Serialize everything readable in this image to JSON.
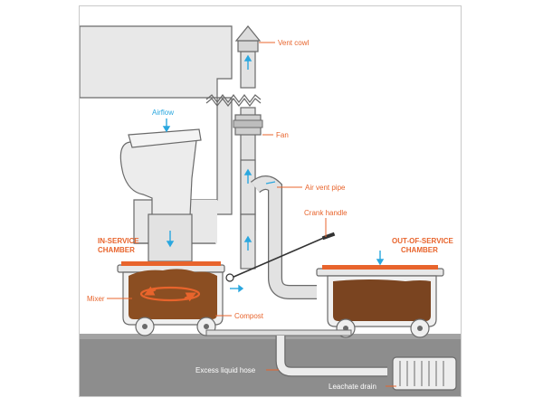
{
  "labels": {
    "vent_cowl": "Vent cowl",
    "fan": "Fan",
    "airflow": "Airflow",
    "air_vent_pipe": "Air vent pipe",
    "crank_handle": "Crank handle",
    "in_service_1": "IN-SERVICE",
    "in_service_2": "CHAMBER",
    "out_of_service_1": "OUT-OF-SERVICE",
    "out_of_service_2": "CHAMBER",
    "mixer": "Mixer",
    "compost": "Compost",
    "excess_liquid_hose": "Excess liquid hose",
    "leachate_drain": "Leachate drain"
  },
  "colors": {
    "label_orange": "#e8642c",
    "airflow_blue": "#2aa7df",
    "building_gray": "#e6e6e6",
    "outline": "#555555",
    "compost_brown": "#8b4e22",
    "ground_gray": "#8a8a8a"
  }
}
